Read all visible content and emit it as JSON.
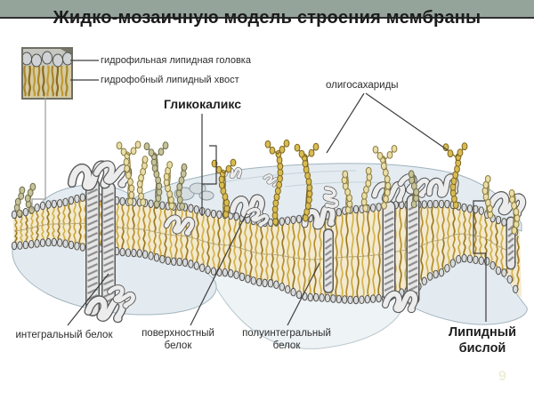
{
  "slide": {
    "title": "Жидко-мозаичную модель строения мембраны",
    "page_number": "9"
  },
  "inset_labels": {
    "hydrophilic_head": "гидрофильная липидная головка",
    "hydrophobic_tail": "гидрофобный липидный хвост"
  },
  "diagram_labels": {
    "glycocalyx": "Гликокаликс",
    "oligosaccharides": "олигосахариды",
    "integral_protein": "интегральный белок",
    "surface_protein": "поверхностный белок",
    "semi_integral_protein": "полуинтегральный белок",
    "lipid_bilayer": "Липидный бислой"
  },
  "colors": {
    "header_bar": "#95a49b",
    "header_rule": "#2e2e2e",
    "lipid_tail_gold": "#b68f2e",
    "lipid_head_gray": "#d8dbde",
    "protein_gray": "#ececec",
    "surface_blue": "#e4ecf1",
    "leader_line": "#3d3d3d",
    "page_number": "#efeeda"
  }
}
